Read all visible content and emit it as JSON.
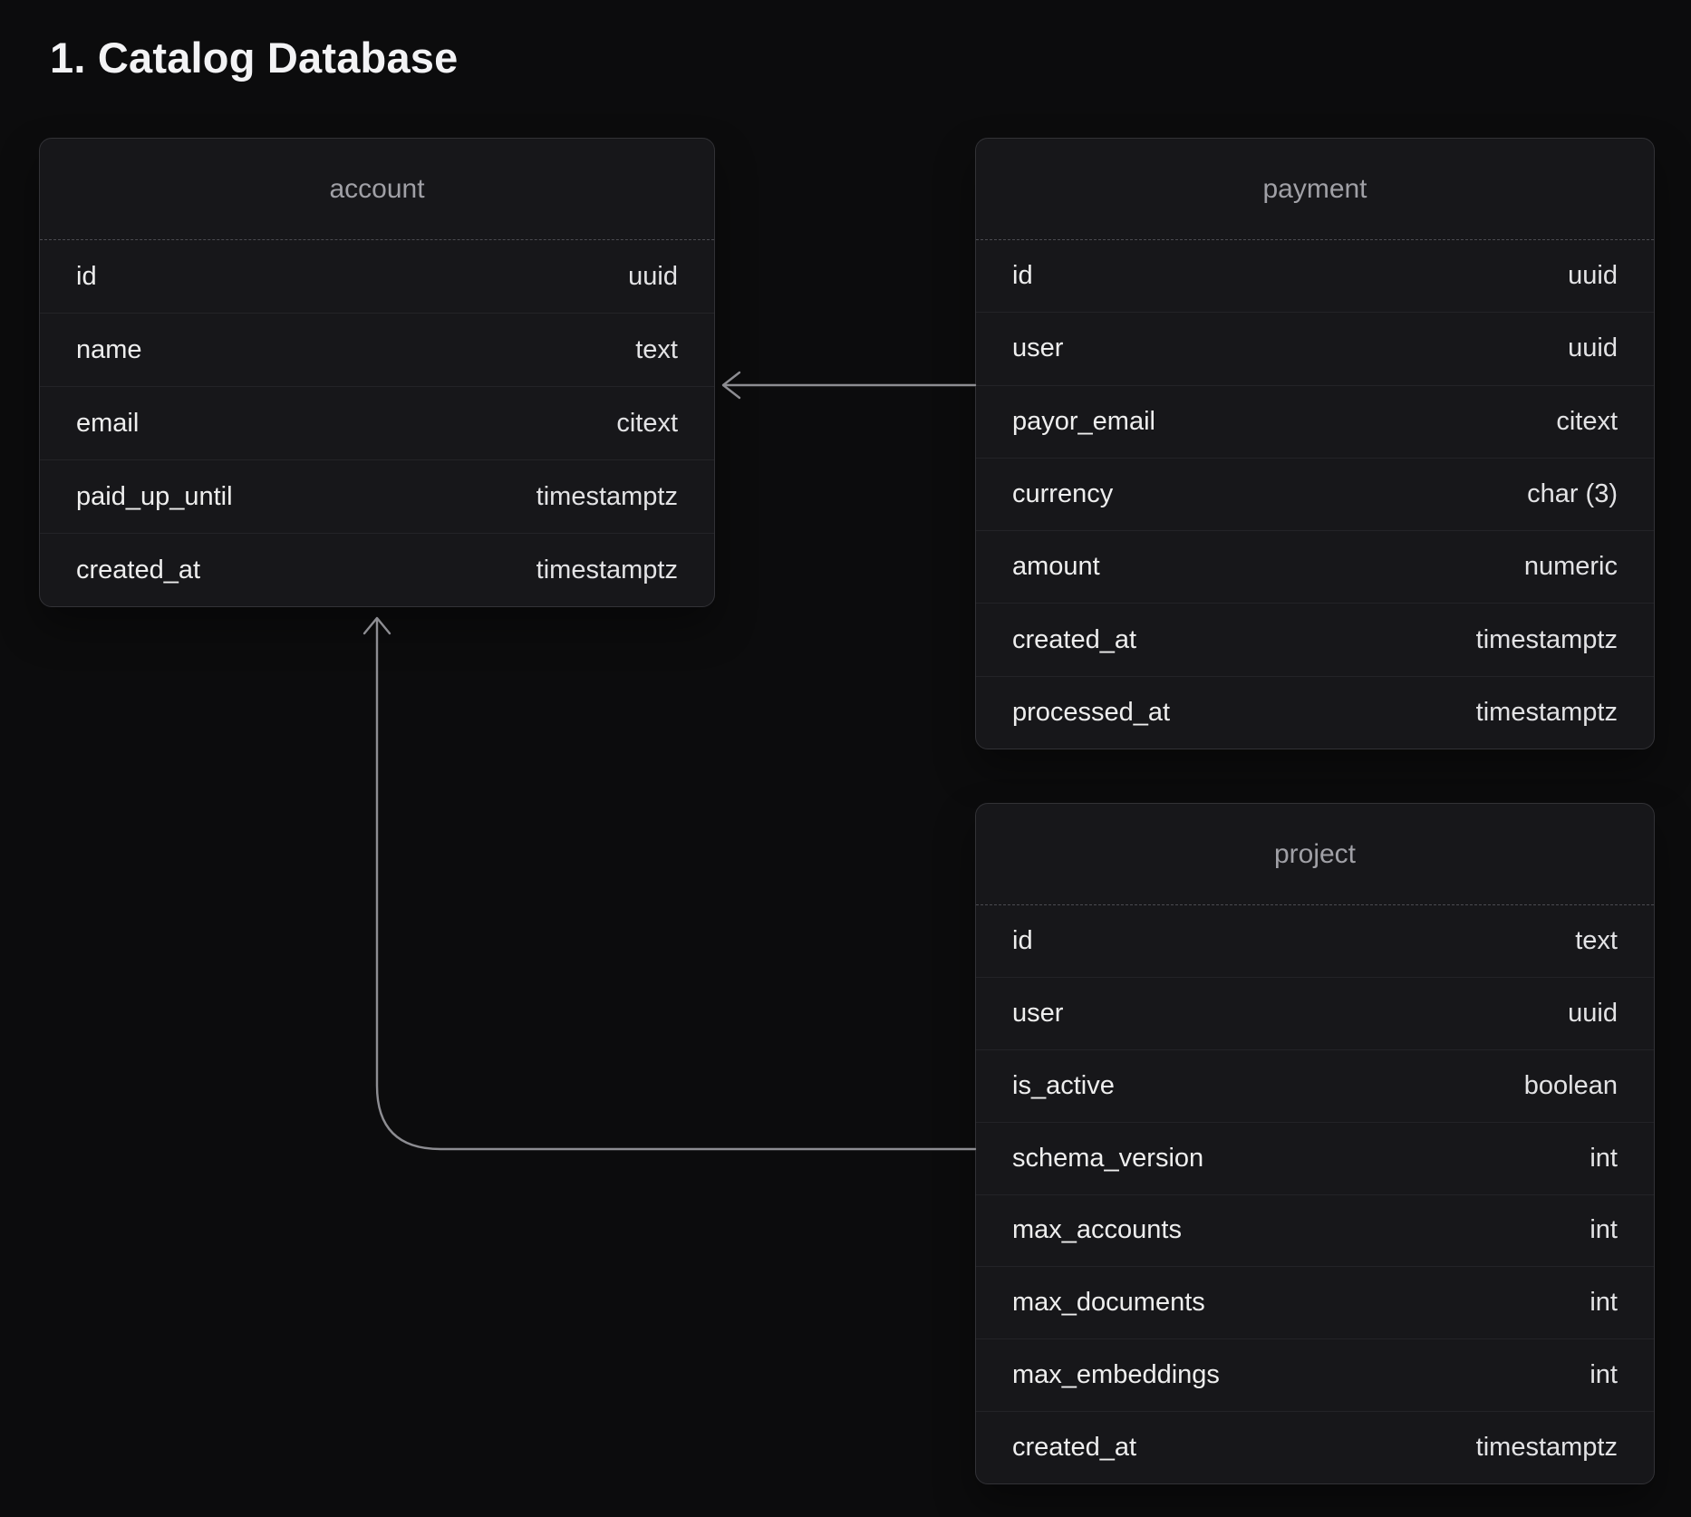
{
  "page": {
    "title": "1. Catalog Database"
  },
  "colors": {
    "background": "#0c0c0d",
    "table_background": "#17171a",
    "table_border": "#323236",
    "row_divider": "#232327",
    "header_divider_dashed": "#4b4b50",
    "table_title_text": "#a0a0a6",
    "column_name_text": "#eeeeee",
    "column_type_text": "#e3e3e5",
    "arrow": "#8d8d92",
    "page_title_text": "#f3f3f5"
  },
  "tables": [
    {
      "title": "account",
      "columns": [
        {
          "name": "id",
          "type": "uuid"
        },
        {
          "name": "name",
          "type": "text"
        },
        {
          "name": "email",
          "type": "citext"
        },
        {
          "name": "paid_up_until",
          "type": "timestamptz"
        },
        {
          "name": "created_at",
          "type": "timestamptz"
        }
      ]
    },
    {
      "title": "payment",
      "columns": [
        {
          "name": "id",
          "type": "uuid"
        },
        {
          "name": "user",
          "type": "uuid"
        },
        {
          "name": "payor_email",
          "type": "citext"
        },
        {
          "name": "currency",
          "type": "char (3)"
        },
        {
          "name": "amount",
          "type": "numeric"
        },
        {
          "name": "created_at",
          "type": "timestamptz"
        },
        {
          "name": "processed_at",
          "type": "timestamptz"
        }
      ]
    },
    {
      "title": "project",
      "columns": [
        {
          "name": "id",
          "type": "text"
        },
        {
          "name": "user",
          "type": "uuid"
        },
        {
          "name": "is_active",
          "type": "boolean"
        },
        {
          "name": "schema_version",
          "type": "int"
        },
        {
          "name": "max_accounts",
          "type": "int"
        },
        {
          "name": "max_documents",
          "type": "int"
        },
        {
          "name": "max_embeddings",
          "type": "int"
        },
        {
          "name": "created_at",
          "type": "timestamptz"
        }
      ]
    }
  ],
  "relations": [
    {
      "from": "payment",
      "to": "account",
      "shape": "horizontal-arrow-left"
    },
    {
      "from": "project",
      "to": "account",
      "shape": "elbow-arrow-up"
    }
  ]
}
